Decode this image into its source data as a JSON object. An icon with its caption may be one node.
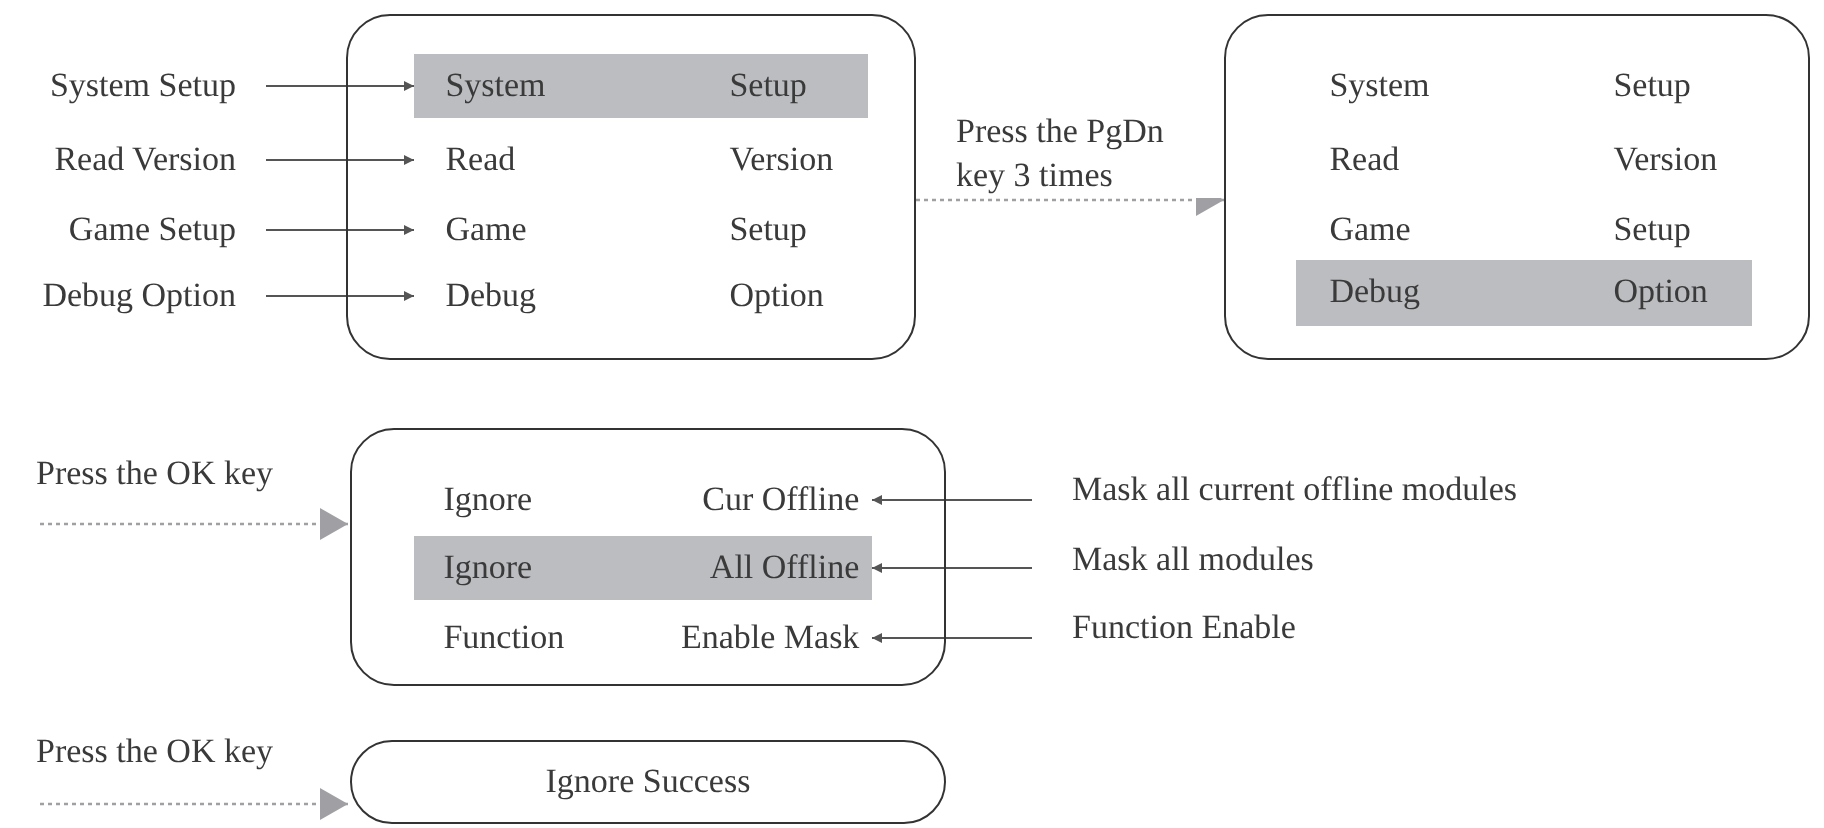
{
  "diagram": {
    "nodes": [
      {
        "text": [
          "System Setup"
        ]
      },
      {
        "text": [
          "Read Version"
        ]
      },
      {
        "text": [
          "Game Setup"
        ]
      },
      {
        "text": [
          "Debug Option"
        ]
      },
      {
        "text": [],
        "shape": "box"
      },
      {
        "text": [
          "System",
          "Setup"
        ],
        "in": 4
      },
      {
        "text": [
          "Read",
          "Version"
        ],
        "in": 4
      },
      {
        "text": [
          "Game",
          "Setup"
        ],
        "in": 4
      },
      {
        "text": [
          "Debug",
          "Option"
        ],
        "in": 4
      },
      {
        "text": [],
        "shape": "box"
      },
      {
        "text": [
          "System",
          "Setup"
        ],
        "in": 9
      },
      {
        "text": [
          "Read",
          "Version"
        ],
        "in": 9
      },
      {
        "text": [
          "Game",
          "Setup"
        ],
        "in": 9
      },
      {
        "text": [
          "Debug",
          "Option"
        ],
        "in": 9
      },
      {
        "text": [],
        "shape": "box"
      },
      {
        "text": [
          "Ignore",
          "Cur Offline"
        ],
        "in": 14
      },
      {
        "text": [
          "Ignore",
          "All Offline"
        ],
        "in": 14
      },
      {
        "text": [
          "Function",
          "Enable Mask"
        ],
        "in": 14
      },
      {
        "text": [
          "Mask all current offline modules"
        ]
      },
      {
        "text": [
          "Mask all modules"
        ]
      },
      {
        "text": [
          "Function Enable"
        ]
      },
      {
        "text": [
          "Ignore Success"
        ]
      }
    ],
    "edges": [
      {
        "from": 0,
        "to": 5,
        "arrow": "to"
      },
      {
        "from": 1,
        "to": 6,
        "arrow": "to"
      },
      {
        "from": 2,
        "to": 7,
        "arrow": "to"
      },
      {
        "from": 3,
        "to": 8,
        "arrow": "to"
      },
      {
        "from": 4,
        "to": 9,
        "arrow": "to",
        "label": "Press the PgDn key 3 times",
        "style": "dashed",
        "color": "#a0a0a4"
      },
      {
        "from": null,
        "to": 14,
        "arrow": "to",
        "label": "Press the OK key",
        "style": "dashed",
        "color": "#a0a0a4"
      },
      {
        "from": null,
        "to": 21,
        "arrow": "to",
        "label": "Press the OK key",
        "style": "dashed",
        "color": "#a0a0a4"
      },
      {
        "from": 18,
        "to": 15,
        "arrow": "to"
      },
      {
        "from": 19,
        "to": 16,
        "arrow": "to"
      },
      {
        "from": 20,
        "to": 17,
        "arrow": "to"
      }
    ]
  }
}
